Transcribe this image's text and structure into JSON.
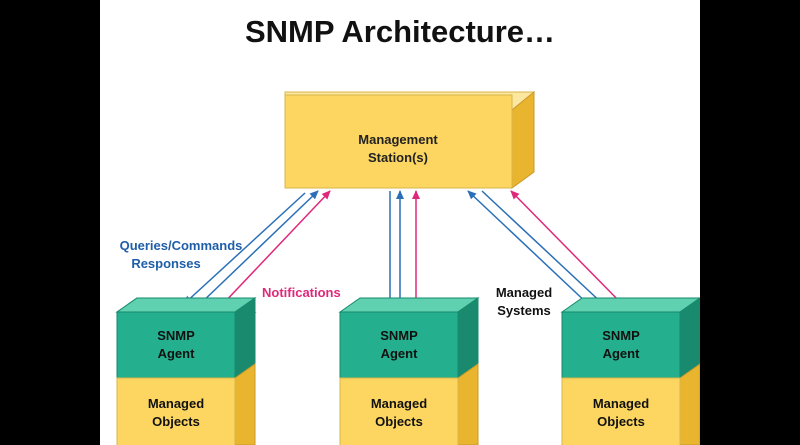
{
  "title": "SNMP Architecture…",
  "station": {
    "line1": "Management",
    "line2": "Station(s)"
  },
  "agents": [
    {
      "agent_line1": "SNMP",
      "agent_line2": "Agent",
      "objects_line1": "Managed",
      "objects_line2": "Objects"
    },
    {
      "agent_line1": "SNMP",
      "agent_line2": "Agent",
      "objects_line1": "Managed",
      "objects_line2": "Objects"
    },
    {
      "agent_line1": "SNMP",
      "agent_line2": "Agent",
      "objects_line1": "Managed",
      "objects_line2": "Objects"
    }
  ],
  "labels": {
    "queries_line1": "Queries/Commands",
    "queries_line2": "Responses",
    "notifications": "Notifications",
    "managed_systems_line1": "Managed",
    "managed_systems_line2": "Systems"
  },
  "colors": {
    "station": "#fcd660",
    "agent": "#24b08e",
    "objects": "#fcd660",
    "query_arrow": "#2a6fb8",
    "notify_arrow": "#e0287a",
    "queries_text": "#1f5fa8",
    "notifications_text": "#e0287a"
  }
}
